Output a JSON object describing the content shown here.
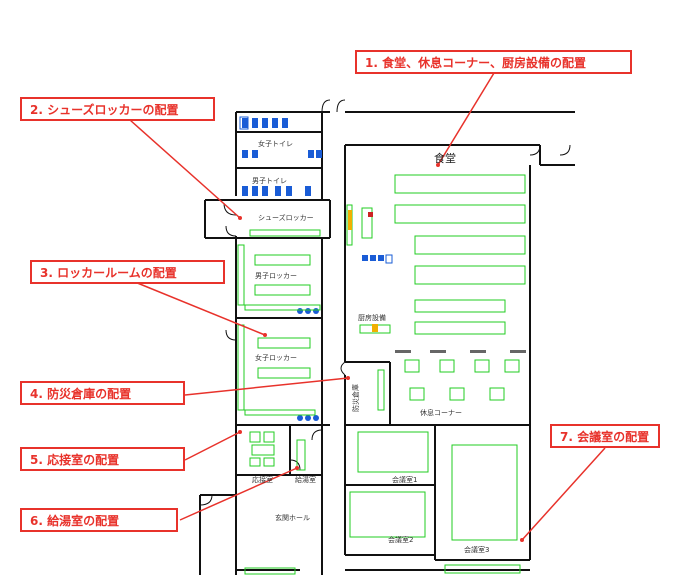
{
  "callouts": {
    "c1": "1. 食堂、休息コーナー、厨房設備の配置",
    "c2": "2. シューズロッカーの配置",
    "c3": "3. ロッカールームの配置",
    "c4": "4. 防災倉庫の配置",
    "c5": "5. 応接室の配置",
    "c6": "6. 給湯室の配置",
    "c7": "7. 会議室の配置"
  },
  "rooms": {
    "cafeteria": "食堂",
    "womens_toilet": "女子トイレ",
    "mens_toilet": "男子トイレ",
    "shoe_locker": "シューズロッカー",
    "mens_locker": "男子ロッカー",
    "womens_locker": "女子ロッカー",
    "kitchen": "厨房設備",
    "disaster_storage": "防災倉庫",
    "rest_corner": "休息コーナー",
    "reception": "応接室",
    "pantry": "給湯室",
    "entrance_hall": "玄関ホール",
    "meeting1": "会議室1",
    "meeting2": "会議室2",
    "meeting3": "会議室3"
  },
  "colors": {
    "accent": "#e8322b",
    "furniture": "#22cc22",
    "wall": "#111111",
    "fixture": "#1a5cd6"
  }
}
